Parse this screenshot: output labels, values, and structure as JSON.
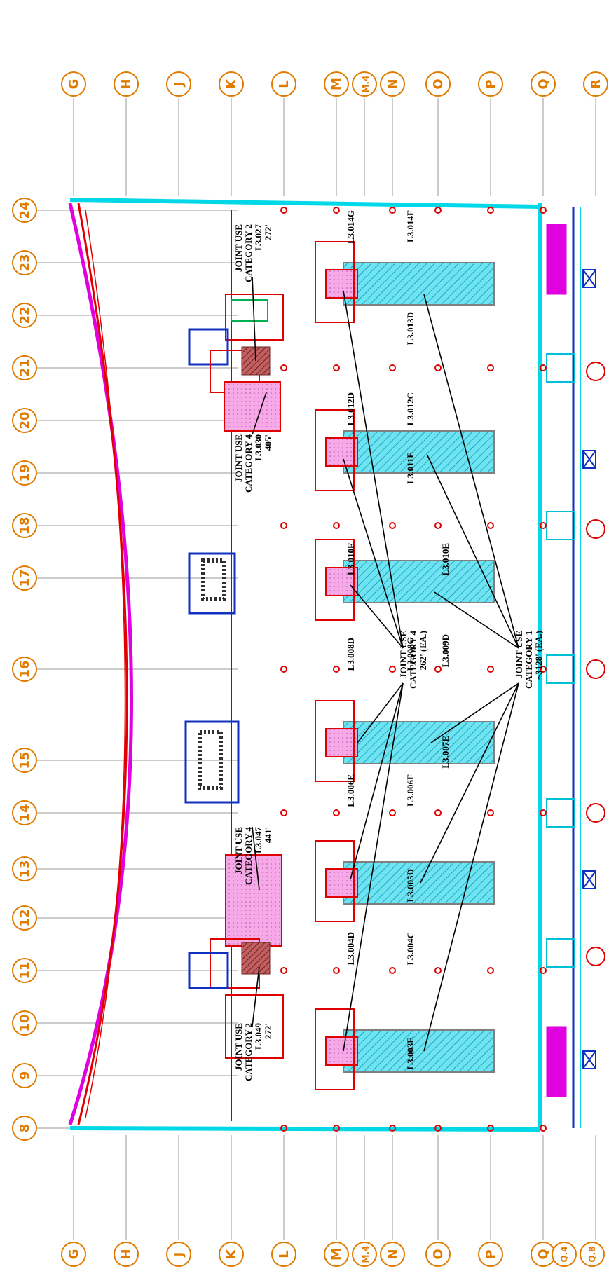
{
  "drawing": {
    "grid_columns": [
      "24",
      "23",
      "22",
      "21",
      "20",
      "19",
      "18",
      "17",
      "16",
      "15",
      "14",
      "13",
      "12",
      "11",
      "10",
      "9",
      "8"
    ],
    "grid_rows": [
      "G",
      "H",
      "J",
      "K",
      "L",
      "M",
      "M.4",
      "N",
      "O",
      "P",
      "Q",
      "R"
    ],
    "grid_rows_bottom_extra": [
      "Q.4",
      "Q.8"
    ],
    "joint_use_labels": [
      {
        "lines": [
          "JOINT USE",
          "CATEGORY 2",
          "L3.027",
          "272'"
        ]
      },
      {
        "lines": [
          "JOINT USE",
          "CATEGORY 4",
          "L3.030",
          "405'"
        ]
      },
      {
        "lines": [
          "JOINT USE",
          "CATEGORY 4",
          "L3.047",
          "441'"
        ]
      },
      {
        "lines": [
          "JOINT USE",
          "CATEGORY 2",
          "L3.049",
          "272'"
        ]
      },
      {
        "lines": [
          "JOINT USE",
          "CATEGORY 4",
          "262' (EA.)"
        ]
      },
      {
        "lines": [
          "JOINT USE",
          "CATEGORY 1",
          "~3128' (EA.)"
        ]
      }
    ],
    "room_labels": [
      "L3.014G",
      "L3.014F",
      "L3.013D",
      "L3.012D",
      "L3.012C",
      "L3.011E",
      "L3.010F",
      "L3.010E",
      "L3.009D",
      "L3.008D",
      "L3.008C",
      "L3.007E",
      "L3.006E",
      "L3.006F",
      "L3.005D",
      "L3.004D",
      "L3.004C",
      "L3.003E"
    ],
    "colors": {
      "grid_bubble": "#e07b00",
      "curtain_wall": "#e000e0",
      "wall_red": "#e00000",
      "glazing_cyan": "#00d8e8",
      "slab_blue": "#1030c0",
      "joint_use_cat1": "#30b8e0",
      "joint_use_cat4": "#f0a0e0",
      "joint_use_cat2": "#a04040"
    }
  }
}
